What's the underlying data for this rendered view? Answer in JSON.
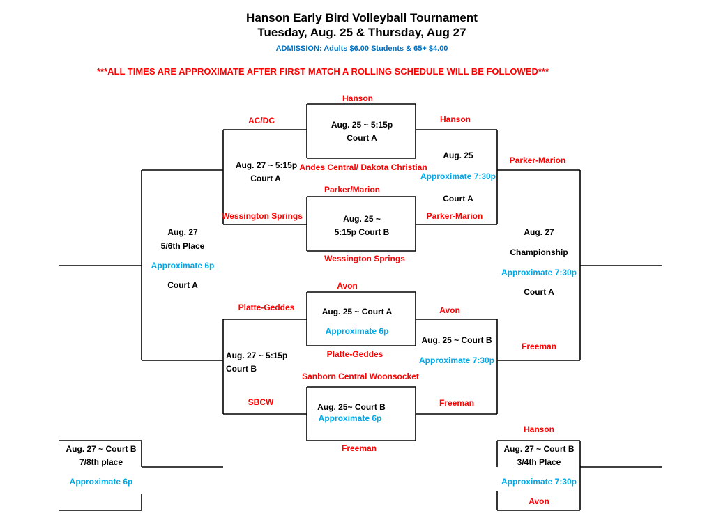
{
  "header": {
    "title": "Hanson Early Bird Volleyball Tournament",
    "subtitle": "Tuesday, Aug. 25 & Thursday, Aug 27",
    "admission": "ADMISSION:  Adults $6.00  Students & 65+ $4.00",
    "notice": "***ALL TIMES ARE APPROXIMATE AFTER FIRST MATCH A ROLLING SCHEDULE WILL BE FOLLOWED***"
  },
  "colors": {
    "team": "#ff0000",
    "approx": "#00a8e8",
    "admission": "#0070c0",
    "text": "#000000"
  },
  "match1": {
    "team_top": "Hanson",
    "team_bottom": "Andes Central/ Dakota Christian",
    "line1": "Aug. 25 ~ 5:15p",
    "line2": "Court A"
  },
  "match2": {
    "team_top": "Parker/Marion",
    "team_bottom": "Wessington Springs",
    "line1": "Aug. 25 ~",
    "line2": "5:15p Court B"
  },
  "match3": {
    "team_top": "Avon",
    "team_bottom": "Platte-Geddes",
    "line1": "Aug. 25 ~ Court A",
    "approx": "Approximate 6p"
  },
  "match4": {
    "team_top": "Sanborn Central Woonsocket",
    "team_bottom": "Freeman",
    "line1": "Aug. 25~ Court B",
    "approx": "Approximate 6p"
  },
  "consolation_top": {
    "team_top": "AC/DC",
    "team_bottom": "Wessington Springs",
    "line1": "Aug. 27 ~ 5:15p",
    "line2": "Court A"
  },
  "consolation_bottom": {
    "team_top": "Platte-Geddes",
    "team_bottom": "SBCW",
    "line1": "Aug. 27 ~ 5:15p",
    "line2": "Court B"
  },
  "semi_top": {
    "team_top": "Hanson",
    "team_bottom": "Parker-Marion",
    "line1": "Aug. 25",
    "approx": "Approximate 7:30p",
    "line2": "Court A"
  },
  "semi_bottom": {
    "team_top": "Avon",
    "team_bottom": "Freeman",
    "line1": "Aug. 25 ~ Court B",
    "approx": "Approximate 7:30p"
  },
  "fifth_place": {
    "line1": "Aug. 27",
    "line2": "5/6th Place",
    "approx": "Approximate 6p",
    "line3": "Court A"
  },
  "championship": {
    "team_top": "Parker-Marion",
    "team_bottom": "Freeman",
    "line1": "Aug. 27",
    "line2": "Championship",
    "approx": "Approximate 7:30p",
    "line3": "Court A"
  },
  "seventh_place": {
    "line1": "Aug. 27 ~ Court B",
    "line2": "7/8th place",
    "approx": "Approximate 6p"
  },
  "third_place": {
    "team_top": "Hanson",
    "team_bottom": "Avon",
    "line1": "Aug. 27 ~ Court B",
    "line2": "3/4th Place",
    "approx": "Approximate 7:30p"
  }
}
